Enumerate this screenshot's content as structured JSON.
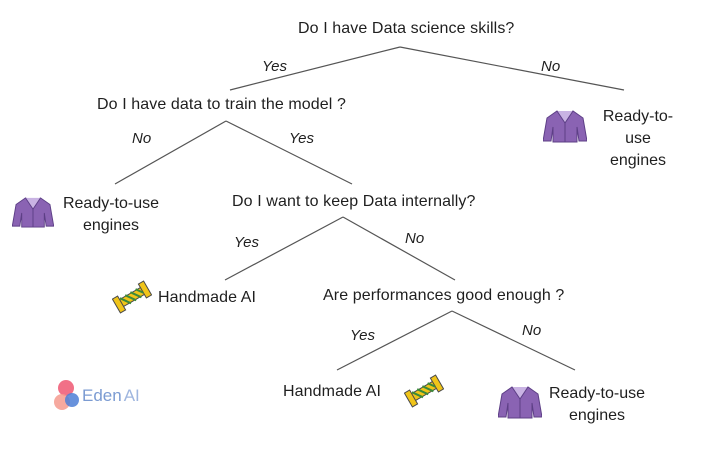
{
  "questions": {
    "q1": "Do I have Data science skills?",
    "q2": "Do I have data to train the model ?",
    "q3": "Do I want to keep Data internally?",
    "q4": "Are performances good enough ?"
  },
  "edges": {
    "q1_yes": "Yes",
    "q1_no": "No",
    "q2_no": "No",
    "q2_yes": "Yes",
    "q3_yes": "Yes",
    "q3_no": "No",
    "q4_yes": "Yes",
    "q4_no": "No"
  },
  "leaves": {
    "engines_line1": "Ready-to-use",
    "engines_line2": "engines",
    "handmade": "Handmade  AI"
  },
  "icons": {
    "engines": "jacket-icon",
    "handmade": "sewing-pin-icon"
  },
  "logo": {
    "brand": "Eden",
    "suffix": "AI"
  },
  "colors": {
    "line": "#555555",
    "jacket": "#8a63b3",
    "pin": "#f0c419",
    "logo_text": "#7b9bd2"
  }
}
